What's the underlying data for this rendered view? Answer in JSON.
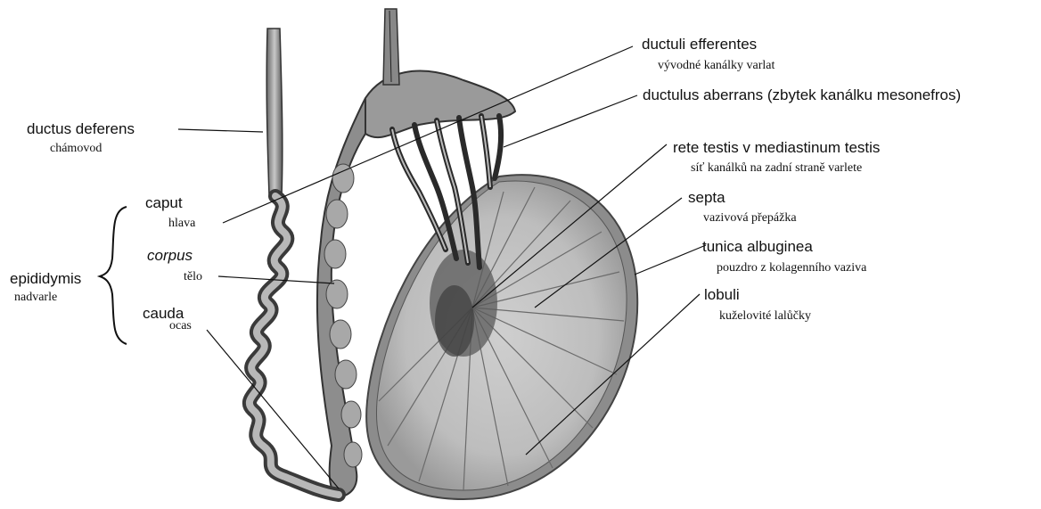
{
  "labels": {
    "ductus_deferens": {
      "latin": "ductus deferens",
      "czech": "chámovod"
    },
    "caput": {
      "latin": "caput",
      "czech": "hlava"
    },
    "corpus": {
      "latin": "corpus",
      "czech": "tělo"
    },
    "cauda": {
      "latin": "cauda",
      "czech": "ocas"
    },
    "epididymis": {
      "latin": "epididymis",
      "czech": "nadvarle"
    },
    "ductuli_efferentes": {
      "latin": "ductuli efferentes",
      "czech": "vývodné kanálky varlat"
    },
    "ductulus_aberrans": {
      "latin": "ductulus aberrans (zbytek kanálku mesonefros)"
    },
    "rete_testis": {
      "latin": "rete testis v mediastinum testis",
      "czech": "síť kanálků na zadní straně varlete"
    },
    "septa": {
      "latin": "septa",
      "czech": "vazivová přepážka"
    },
    "tunica_albuginea": {
      "latin": "tunica albuginea",
      "czech": "pouzdro z kolagenního vaziva"
    },
    "lobuli": {
      "latin": "lobuli",
      "czech": "kuželovité lalůčky"
    }
  }
}
